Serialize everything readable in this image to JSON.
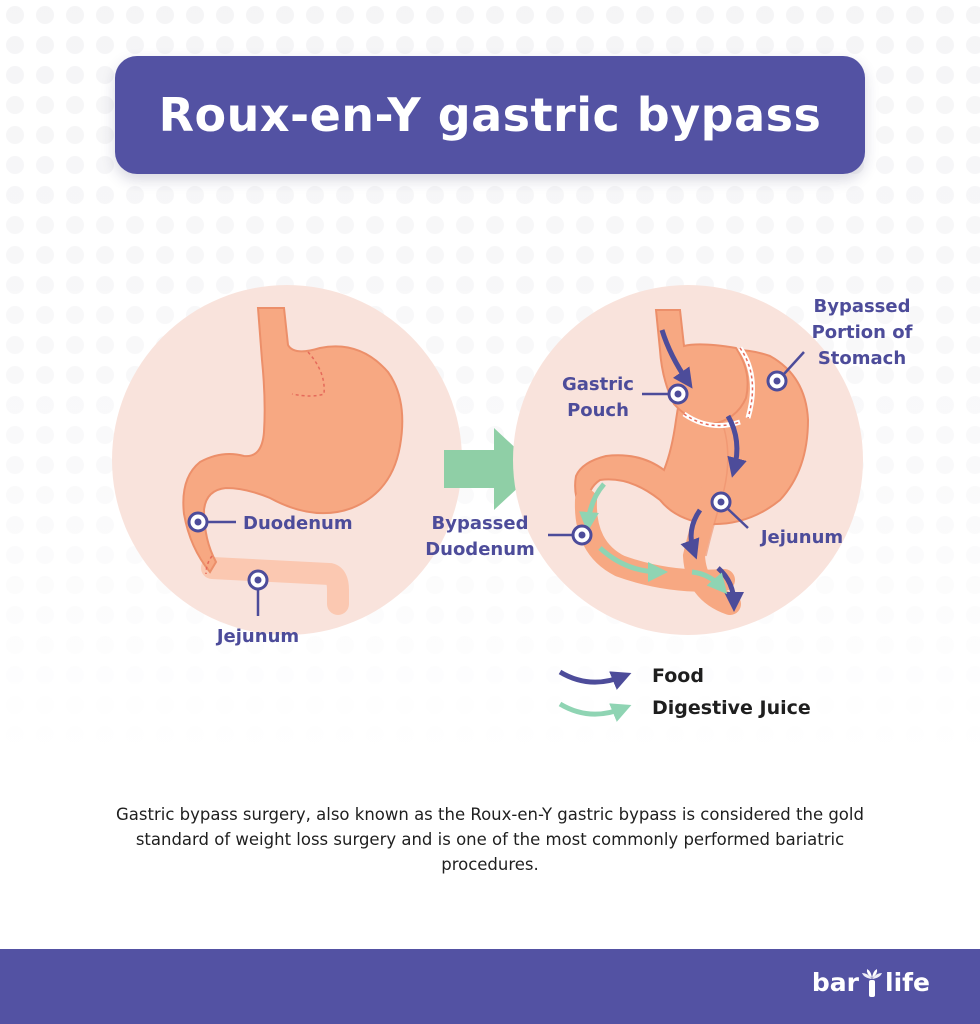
{
  "title": "Roux-en-Y gastric bypass",
  "colors": {
    "brand": "#5352a3",
    "stomach": "#f7a882",
    "stomach_outline": "#ec8f6a",
    "circle_bg": "#f9e3dc",
    "arrow_transition": "#8fcfa6",
    "food_arrow": "#4d4c9a",
    "juice_arrow": "#8fd4b3"
  },
  "before_labels": {
    "duodenum": "Duodenum",
    "jejunum": "Jejunum"
  },
  "after_labels": {
    "gastric_pouch_1": "Gastric",
    "gastric_pouch_2": "Pouch",
    "bypassed_portion_1": "Bypassed",
    "bypassed_portion_2": "Portion of",
    "bypassed_portion_3": "Stomach",
    "bypassed_duodenum_1": "Bypassed",
    "bypassed_duodenum_2": "Duodenum",
    "jejunum": "Jejunum"
  },
  "legend": {
    "food": "Food",
    "digestive_juice": "Digestive Juice"
  },
  "description": "Gastric bypass surgery, also known as the Roux-en-Y gastric bypass is considered the gold standard of weight loss surgery and is one of the most commonly performed bariatric procedures.",
  "logo": {
    "text": "barilife"
  }
}
